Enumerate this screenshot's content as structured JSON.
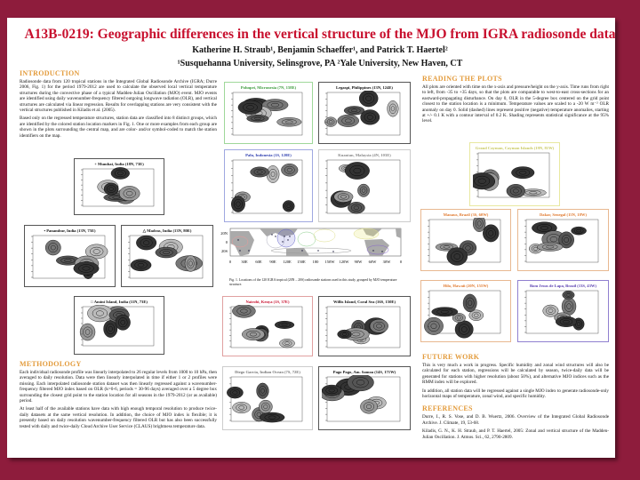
{
  "title": "A13B-0219: Geographic differences in the vertical structure of the MJO from IGRA radiosonde data",
  "authors": "Katherine H. Straub¹,  Benjamin Schaeffer¹, and Patrick T. Haertel²",
  "affiliations": "¹Susquehanna University, Selinsgrove, PA    ²Yale University, New Haven, CT",
  "introduction": {
    "heading": "INTRODUCTION",
    "paragraphs": [
      "Radiosonde data from 120 tropical stations in the Integrated Global Radiosonde Archive (IGRA; Durre 2006, Fig. 1) for the period 1979-2012 are used to calculate the observed local vertical temperature structures during the convective phase of a typical Madden-Julian Oscillation (MJO) event. MJO events are identified using daily wavenumber-frequency filtered outgoing longwave radiation (OLR), and vertical structures are calculated via linear regression.  Results for overlapping stations are very consistent with the vertical structures published in Kiladis et al. (2005).",
      "Based only on the regressed temperature structures, station data are classified into 8 distinct groups, which are identified by the colored station location markers in Fig. 1. One or more examples from each group are shown in the plots surrounding the central map, and are color- and/or symbol-coded to match the station identifiers on the map."
    ]
  },
  "methodology": {
    "heading": "METHODOLOGY",
    "paragraphs": [
      "Each individual radiosonde profile was linearly interpolated to 26 regular levels from 1000 to 10 hPa, then averaged to daily resolution.  Data were then linearly interpolated in time if either 1 or 2 profiles were missing.  Each interpolated radiosonde station dataset was then linearly regressed against a wavenumber-frequency filtered MJO index based on OLR (k=0-6, periods = 30-96 days) averaged over a 5 degree box surrounding the closest grid point to the station location for all seasons in the 1979-2012 (or as available) period.",
      "At least half of the available stations have data with high enough temporal resolution to produce twice-daily datasets at the same vertical resolution.  In addition, the choice of MJO index is flexible; it is presently based on daily resolution wavenumber-frequency filtered OLR but has also been successfully tested with daily and twice-daily Cloud Archive User Service (CLAUS) brightness temperature data."
    ]
  },
  "reading": {
    "heading": "READING THE PLOTS",
    "paragraph": "All plots are oriented with time on the x-axis and pressure/height on the y-axis.  Time runs from right to left, from -35 to +35 days, so that the plots are comparable to west-to-east cross-sections for an eastward-propagating disturbance.  On day 0, OLR in the 5-degree box centered on the grid point closest to the station location is a minimum. Temperature values are scaled to a -20 W m⁻² OLR anomaly on day 0.  Solid (dashed) lines represent positive (negative) temperature anomalies, starting at +/- 0.1 K with a contour interval of 0.2 K.  Shading represents statistical significance at the 95% level."
  },
  "future": {
    "heading": "FUTURE WORK",
    "paragraphs": [
      "This is very much a work in progress.  Specific humidity and zonal wind structures will also be calculated for each station, regressions will be calculated by season, twice-daily data will be generated for stations with higher resolution (about 50%), and alternative MJO indices such as the RMM index will be explored.",
      "In addition, all station data will be regressed against a single MJO index to generate radiosonde-only horizontal maps of temperature, zonal wind, and specific humidity."
    ]
  },
  "references": {
    "heading": "REFERENCES",
    "items": [
      "Durre, I., R. S. Vose, and D. B. Wuertz, 2006. Overview of the Integrated Global Radiosonde Archive.  J. Climate, 19, 53-68.",
      "Kiladis, G. N., K. H. Straub, and P. T. Haertel, 2005: Zonal and vertical structure of the Madden-Julian Oscillation. J. Atmos. Sci., 62, 2790-2809."
    ]
  },
  "map": {
    "lat_ticks": [
      "20N",
      "0",
      "20S"
    ],
    "lon_ticks": [
      "0",
      "30E",
      "60E",
      "90E",
      "120E",
      "150E",
      "180",
      "150W",
      "120W",
      "90W",
      "60W",
      "30W",
      "0"
    ],
    "caption": "Fig. 1. Locations of the 120 IGRA tropical (20N – 20S) radiosonde stations used in this study, grouped by MJO temperature structure."
  },
  "plots": [
    {
      "label": "Pohnpei, Micronesia (7N, 158E)",
      "color": "#9fd89a",
      "text_color": "#3a9a3a"
    },
    {
      "label": "Legaspi, Philippines (13N, 124E)",
      "color": "#555555",
      "text_color": "#111111"
    },
    {
      "label": "Palu, Indonesia (1S, 120E)",
      "color": "#9fa8e0",
      "text_color": "#3040b0"
    },
    {
      "label": "Kuantan, Malaysia (4N, 103E)",
      "color": "#cccccc",
      "text_color": "#888888"
    },
    {
      "label": "Nairobi, Kenya (1S, 37E)",
      "color": "#e0a0a0",
      "text_color": "#c8102e"
    },
    {
      "label": "Willis Island, Coral Sea (16S, 150E)",
      "color": "#555555",
      "text_color": "#111111"
    },
    {
      "label": "Diego Garcia, Indian Ocean (7S, 72E)",
      "color": "#cccccc",
      "text_color": "#777777"
    },
    {
      "label": "Pago Pago, Am. Samoa (14S, 171W)",
      "color": "#555555",
      "text_color": "#111111"
    },
    {
      "label": "+ Mumbai, India (18N, 73E)",
      "color": "#555555",
      "text_color": "#111111"
    },
    {
      "label": "• Panambur, India (13N, 75E)",
      "color": "#555555",
      "text_color": "#111111"
    },
    {
      "label": "△ Madras, India (13N, 80E)",
      "color": "#555555",
      "text_color": "#111111"
    },
    {
      "label": "□ Amini Island, India (11N, 73E)",
      "color": "#555555",
      "text_color": "#111111"
    },
    {
      "label": "Grand Cayman, Cayman Islands (19N, 81W)",
      "color": "#e8e8a0",
      "text_color": "#c8c860"
    },
    {
      "label": "Manaus, Brazil (3S, 60W)",
      "color": "#e8b890",
      "text_color": "#e07a30"
    },
    {
      "label": "Dakar, Senegal (15N, 18W)",
      "color": "#e8b890",
      "text_color": "#e07a30"
    },
    {
      "label": "Hilo, Hawaii (20N, 155W)",
      "color": "#e8b890",
      "text_color": "#e07a30"
    },
    {
      "label": "Bom Jesus de Lapa, Brazil (13S, 43W)",
      "color": "#9080d0",
      "text_color": "#5a40b0"
    }
  ]
}
